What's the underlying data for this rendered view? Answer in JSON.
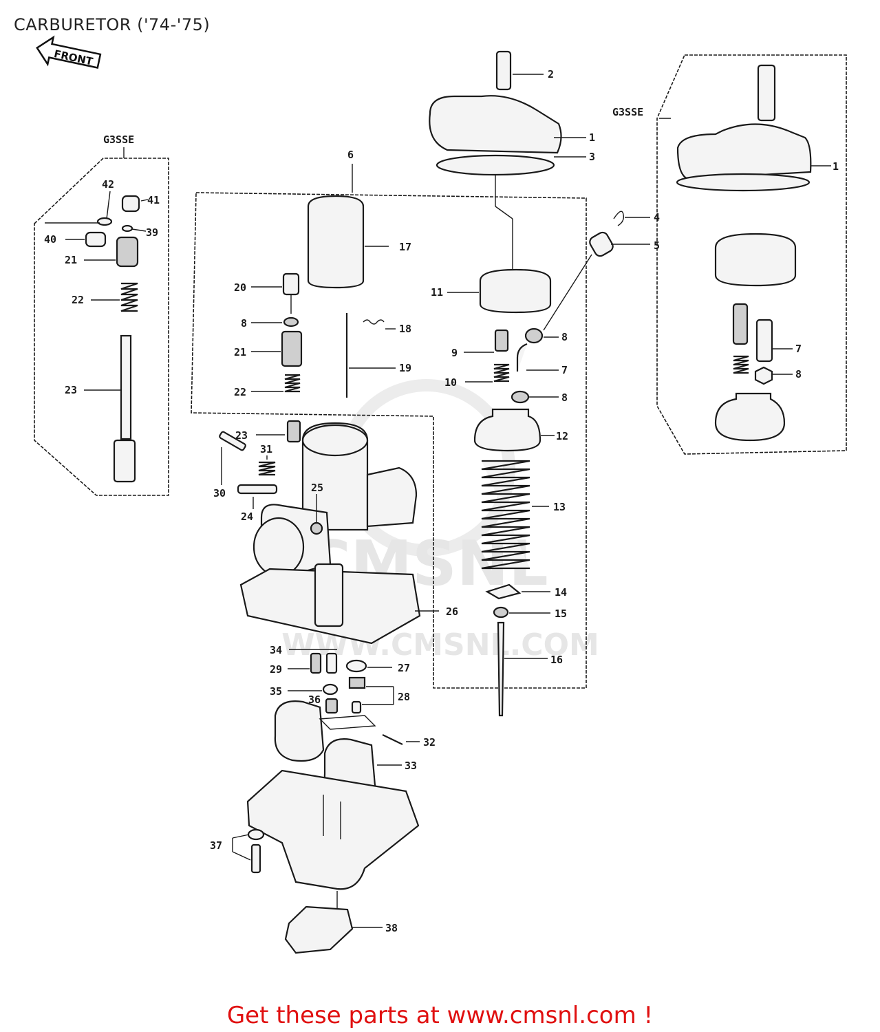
{
  "page_title": "CARBURETOR  ('74-'75)",
  "front_badge": "FRONT",
  "groups": {
    "left_variant": "G3SSE",
    "right_variant": "G3SSE",
    "main_assembly": "6"
  },
  "watermark": "WWW.CMSNL.COM",
  "callouts": {
    "c1": "1",
    "c2": "2",
    "c3": "3",
    "c4": "4",
    "c5": "5",
    "c7": "7",
    "c8a": "8",
    "c8b": "8",
    "c9": "9",
    "c10": "10",
    "c11": "11",
    "c12": "12",
    "c13": "13",
    "c14": "14",
    "c15": "15",
    "c16": "16",
    "c17": "17",
    "c18": "18",
    "c19": "19",
    "c20": "20",
    "c8c": "8",
    "c21": "21",
    "c22": "22",
    "c23": "23",
    "c24": "24",
    "c25": "25",
    "c26": "26",
    "c27": "27",
    "c28": "28",
    "c29": "29",
    "c30": "30",
    "c31": "31",
    "c32": "32",
    "c33": "33",
    "c34": "34",
    "c35": "35",
    "c36": "36",
    "c37": "37",
    "c38": "38",
    "l42": "42",
    "l41": "41",
    "l39": "39",
    "l40": "40",
    "l21": "21",
    "l22": "22",
    "l23": "23",
    "r1": "1",
    "r7": "7",
    "r8": "8"
  },
  "footer_cta": "Get these parts at www.cmsnl.com !"
}
